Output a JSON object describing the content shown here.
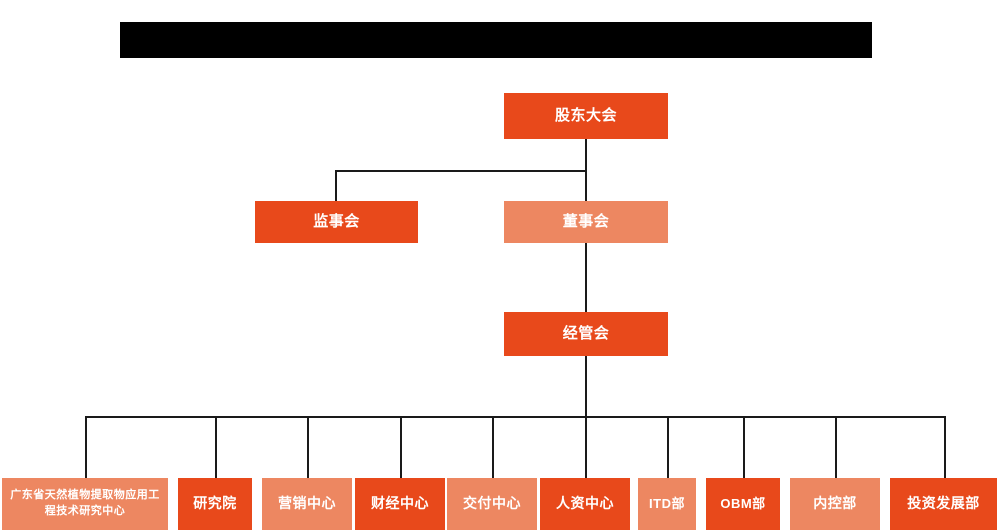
{
  "diagram": {
    "title_bar": {
      "name": "redacted-title-bar",
      "text": ""
    },
    "palette": {
      "dark_orange": "#E8491B",
      "light_orange": "#ED8761",
      "connector": "#1a1a1a",
      "background": "#ffffff",
      "label_color": "#ffffff",
      "redaction": "#000000"
    },
    "levels": [
      {
        "level": 1,
        "nodes": [
          {
            "id": "shareholders-meeting",
            "label": "股东大会",
            "tone": "dark"
          }
        ]
      },
      {
        "level": 2,
        "nodes": [
          {
            "id": "board-of-supervisors",
            "label": "监事会",
            "tone": "dark"
          },
          {
            "id": "board-of-directors",
            "label": "董事会",
            "tone": "light"
          }
        ]
      },
      {
        "level": 3,
        "nodes": [
          {
            "id": "management-committee",
            "label": "经管会",
            "tone": "dark"
          }
        ]
      },
      {
        "level": 4,
        "nodes": [
          {
            "id": "gd-plant-extract-center",
            "label": "广东省天然植物提取物应用工程技术研究中心",
            "tone": "light"
          },
          {
            "id": "research-institute",
            "label": "研究院",
            "tone": "dark"
          },
          {
            "id": "marketing-center",
            "label": "营销中心",
            "tone": "light"
          },
          {
            "id": "finance-center",
            "label": "财经中心",
            "tone": "dark"
          },
          {
            "id": "delivery-center",
            "label": "交付中心",
            "tone": "light"
          },
          {
            "id": "hr-center",
            "label": "人资中心",
            "tone": "dark"
          },
          {
            "id": "itd-department",
            "label": "ITD部",
            "tone": "light"
          },
          {
            "id": "obm-department",
            "label": "OBM部",
            "tone": "dark"
          },
          {
            "id": "internal-control-department",
            "label": "内控部",
            "tone": "light"
          },
          {
            "id": "investment-development-department",
            "label": "投资发展部",
            "tone": "dark"
          }
        ]
      }
    ]
  }
}
